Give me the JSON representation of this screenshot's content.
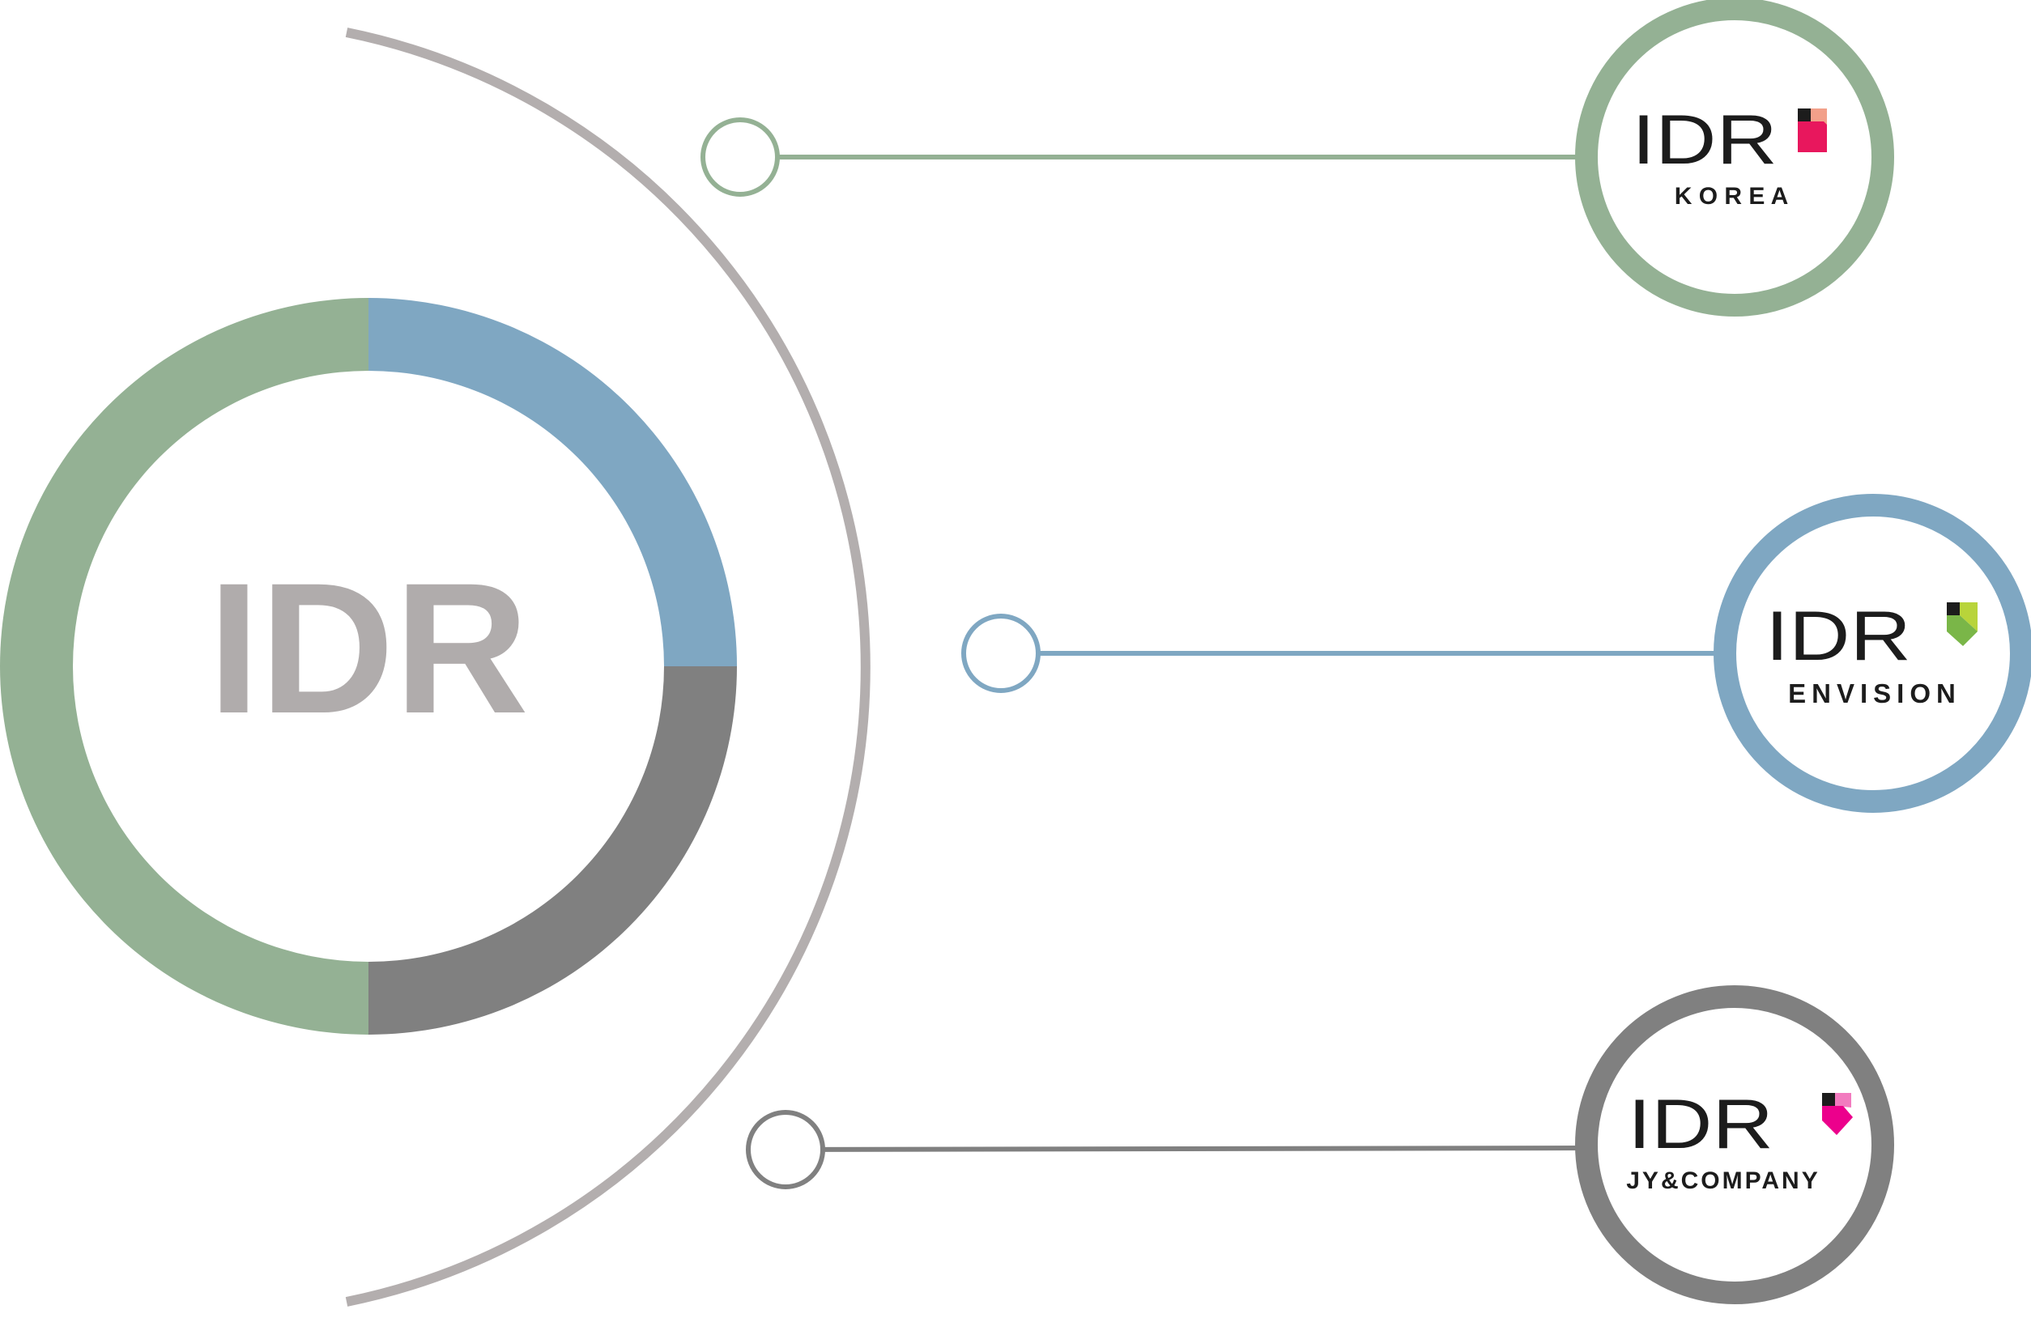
{
  "center": {
    "label": "IDR",
    "ring_segments": [
      {
        "color": "#7fa7c2",
        "fraction": 0.25
      },
      {
        "color": "#808080",
        "fraction": 0.25
      },
      {
        "color": "#94b194",
        "fraction": 0.5
      }
    ]
  },
  "colors": {
    "green": "#94b194",
    "blue": "#7fa7c2",
    "gray": "#808080",
    "arc": "#b3aeae",
    "text_gray": "#b0acac",
    "logo_text": "#1c1c1c"
  },
  "nodes": [
    {
      "id": "korea",
      "mark": "IDR",
      "sub": "K O R E A",
      "accent": "#94b194",
      "flag_icon": "pink-flag-icon",
      "flag_colors": [
        "#1c1c1c",
        "#e8175d",
        "#f2a08a"
      ]
    },
    {
      "id": "envision",
      "mark": "IDR",
      "sub": "ENVISION",
      "accent": "#7fa7c2",
      "flag_icon": "green-flag-icon",
      "flag_colors": [
        "#1c1c1c",
        "#7ab648",
        "#b8d43a"
      ]
    },
    {
      "id": "jycompany",
      "mark": "IDR",
      "sub": "JY&COMPANY",
      "accent": "#808080",
      "flag_icon": "magenta-flag-icon",
      "flag_colors": [
        "#1c1c1c",
        "#ec008c",
        "#f27bbf"
      ]
    }
  ]
}
